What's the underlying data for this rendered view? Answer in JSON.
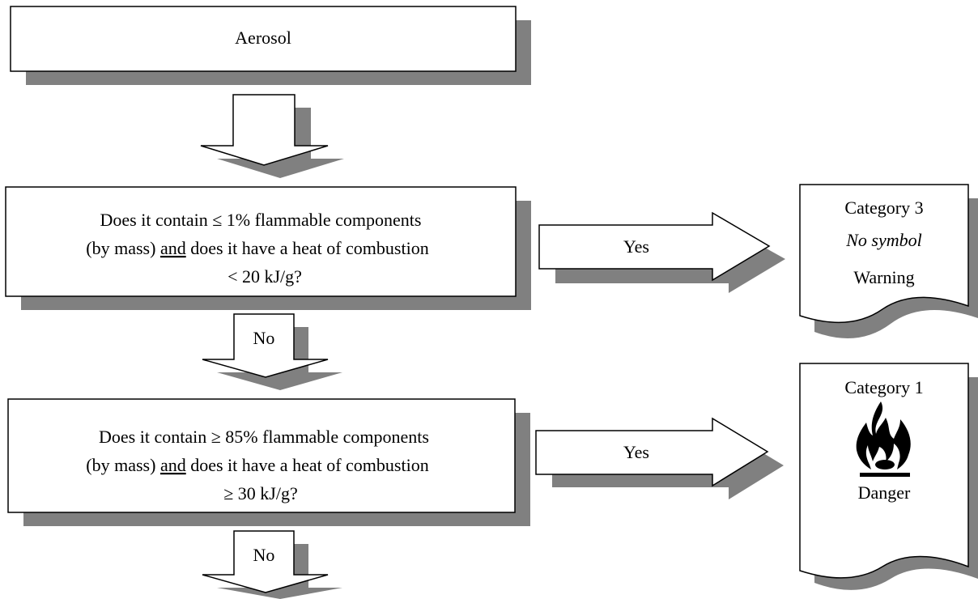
{
  "start": {
    "label": "Aerosol"
  },
  "question1": {
    "line1": "Does it contain ≤ 1% flammable components",
    "line2_pre": "(by mass) ",
    "line2_and": "and",
    "line2_post": " does it have a heat of combustion",
    "line3": "< 20 kJ/g?",
    "yes_label": "Yes",
    "no_label": "No"
  },
  "result1": {
    "category": "Category 3",
    "symbol": "No symbol",
    "signal_word": "Warning"
  },
  "question2": {
    "line1": "Does it contain ≥ 85% flammable components",
    "line2_pre": "(by mass) ",
    "line2_and": "and",
    "line2_post": " does it have a heat of combustion",
    "line3": "≥ 30 kJ/g?",
    "yes_label": "Yes",
    "no_label": "No"
  },
  "result2": {
    "category": "Category 1",
    "symbol_icon": "flame-icon",
    "signal_word": "Danger"
  },
  "colors": {
    "shadow": "#808080",
    "stroke": "#000000",
    "fill": "#ffffff"
  }
}
